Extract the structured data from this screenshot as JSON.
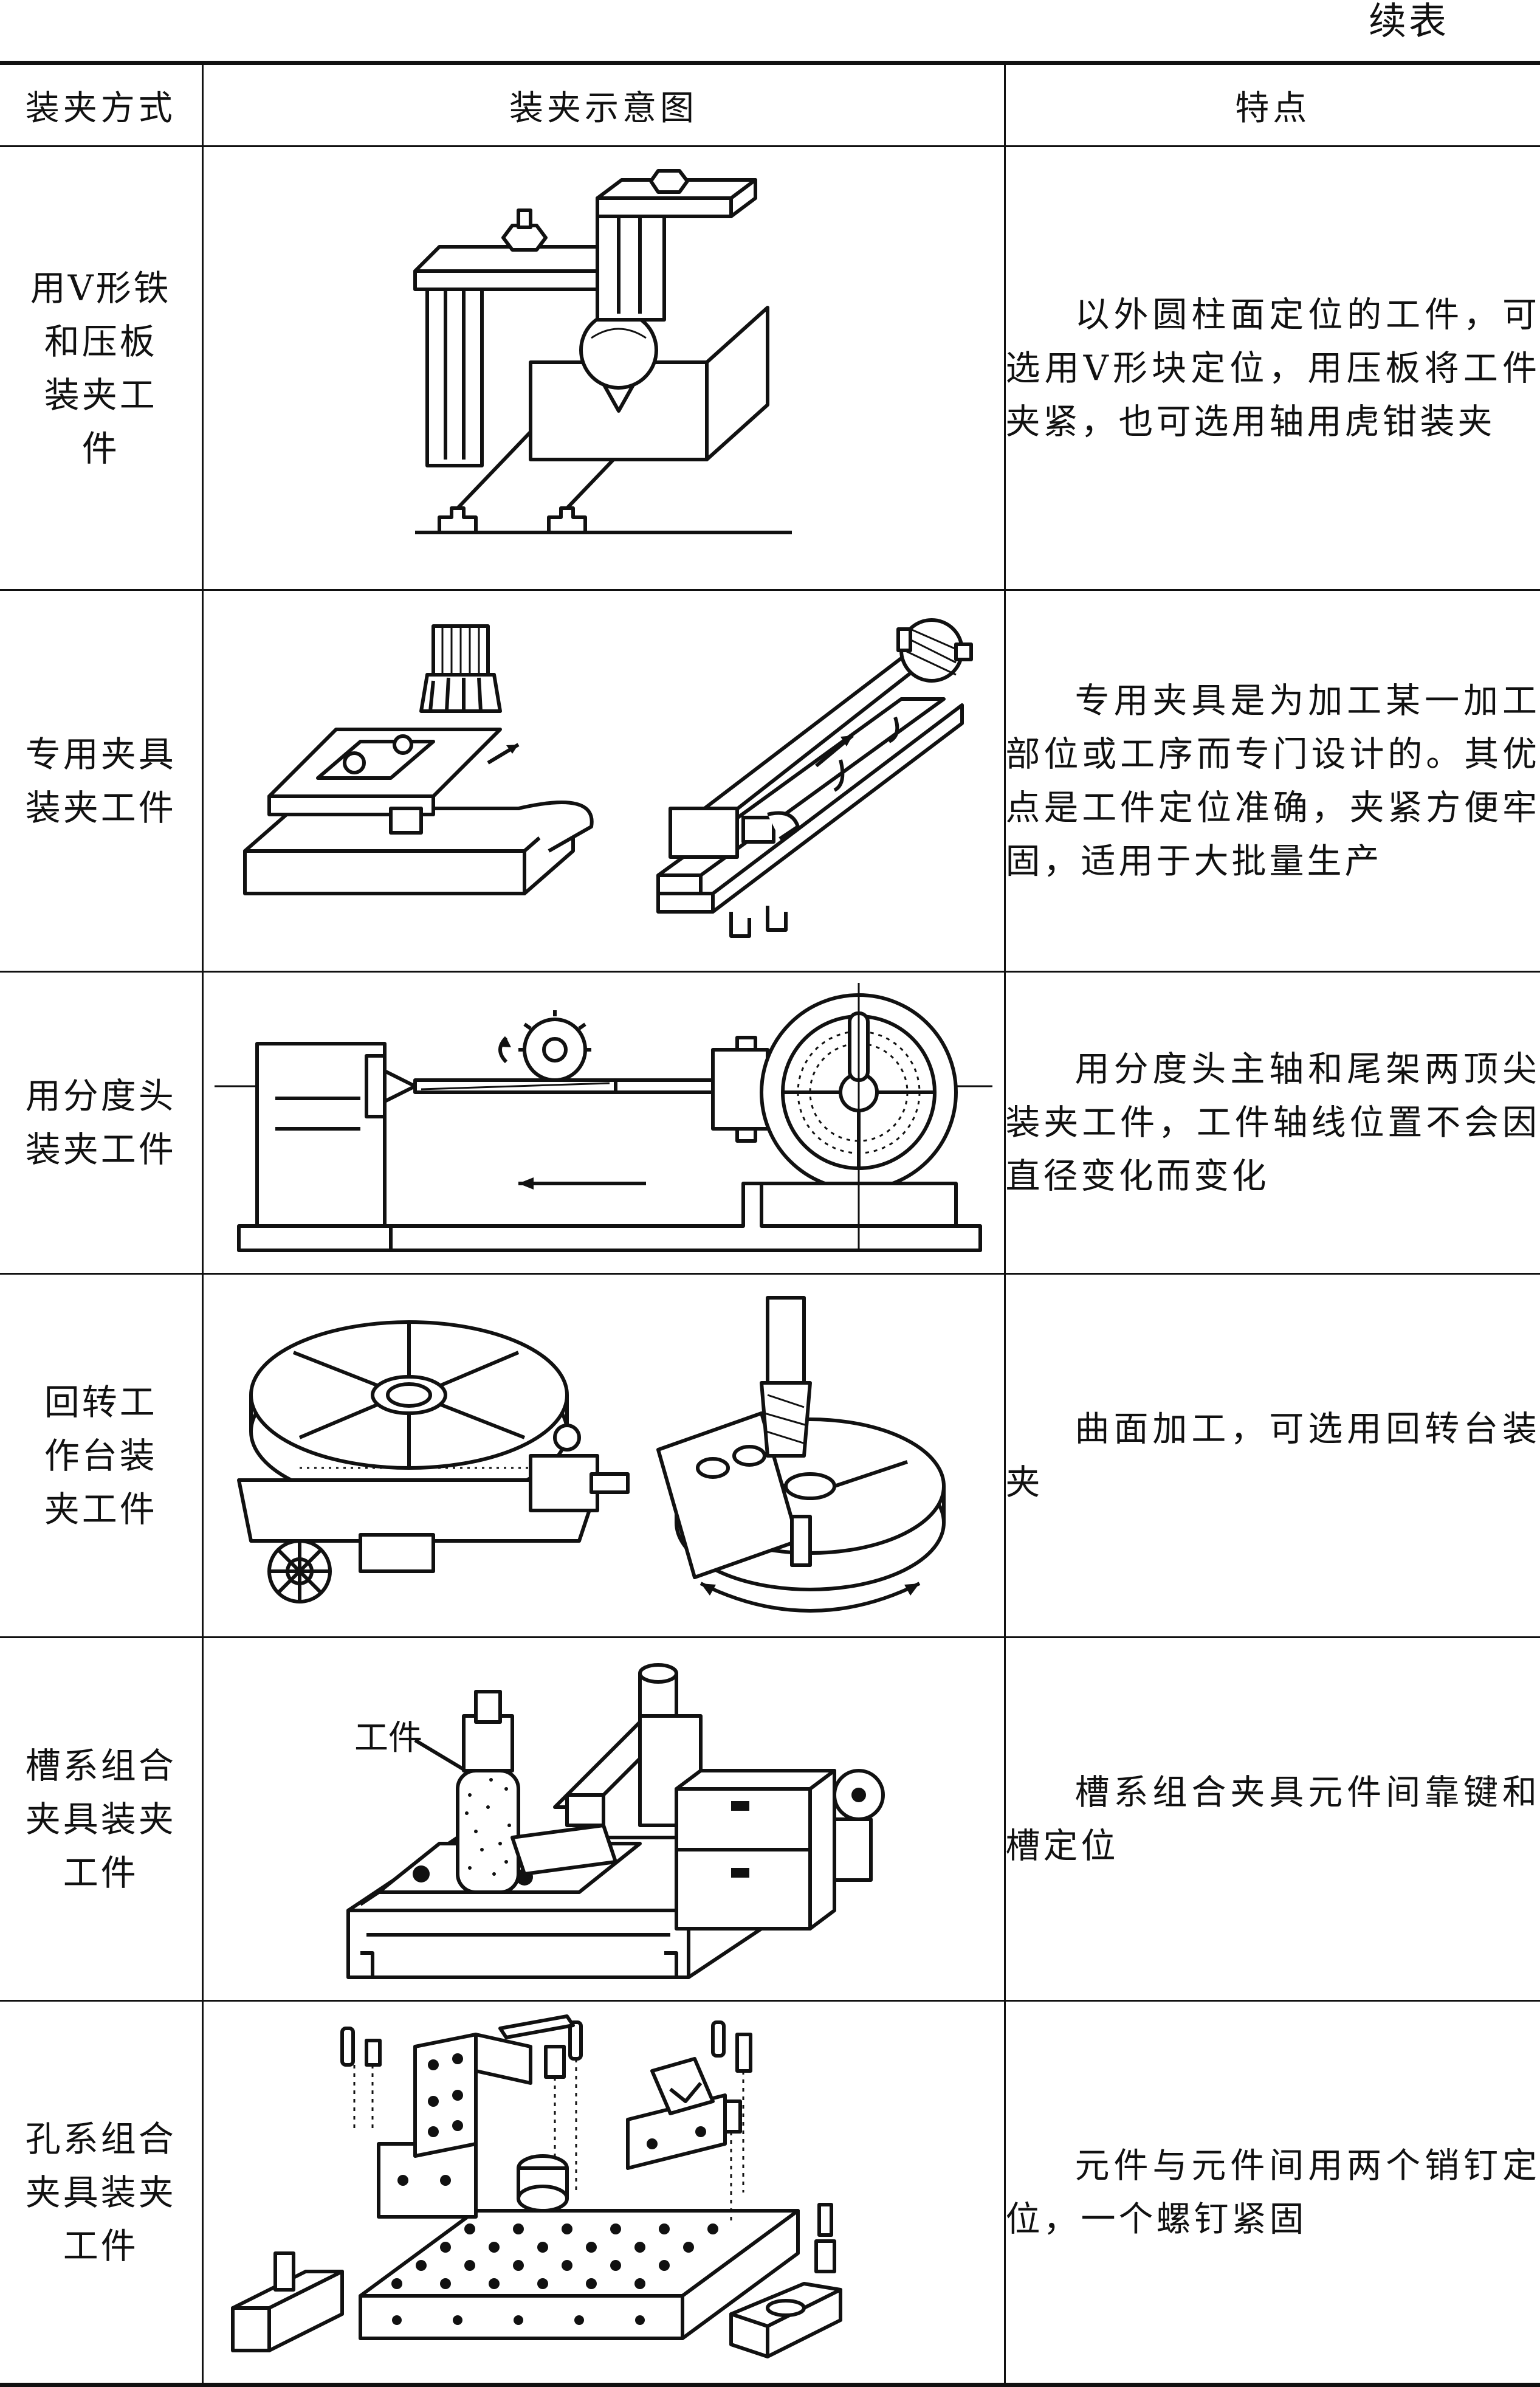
{
  "continued_label": "续表",
  "headers": {
    "method": "装夹方式",
    "figure": "装夹示意图",
    "feature": "特点"
  },
  "rows": [
    {
      "method": "用V形铁和压板装夹工件",
      "feature": "以外圆柱面定位的工件，可选用V形块定位，用压板将工件夹紧，也可选用轴用虎钳装夹"
    },
    {
      "method": "专用夹具装夹工件",
      "feature": "专用夹具是为加工某一加工部位或工序而专门设计的。其优点是工件定位准确，夹紧方便牢固，适用于大批量生产"
    },
    {
      "method": "用分度头装夹工件",
      "feature": "用分度头主轴和尾架两顶尖装夹工件，工件轴线位置不会因直径变化而变化"
    },
    {
      "method": "回转工作台装夹工件",
      "feature": "曲面加工，可选用回转台装夹"
    },
    {
      "method": "槽系组合夹具装夹工件",
      "feature": "槽系组合夹具元件间靠键和槽定位",
      "figure_label": "工件"
    },
    {
      "method": "孔系组合夹具装夹工件",
      "feature": "元件与元件间用两个销钉定位，一个螺钉紧固"
    }
  ]
}
